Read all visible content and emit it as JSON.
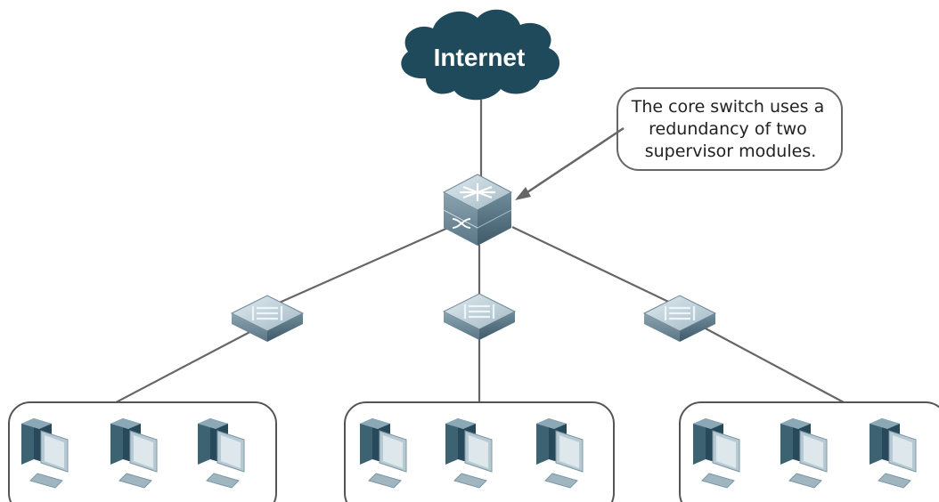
{
  "internet": {
    "label": "Internet"
  },
  "callout": {
    "lines": [
      "The core switch uses a",
      "redundancy of two",
      "supervisor modules."
    ]
  },
  "colors": {
    "cloud": "#1f4a5c",
    "link": "#666666",
    "switch_top": "#b4c9d4",
    "switch_side": "#5a7b8c",
    "pc_dark": "#27495a",
    "pc_light": "#a7bcc7"
  },
  "groups": [
    {
      "pcs": 3
    },
    {
      "pcs": 3
    },
    {
      "pcs": 3
    }
  ]
}
